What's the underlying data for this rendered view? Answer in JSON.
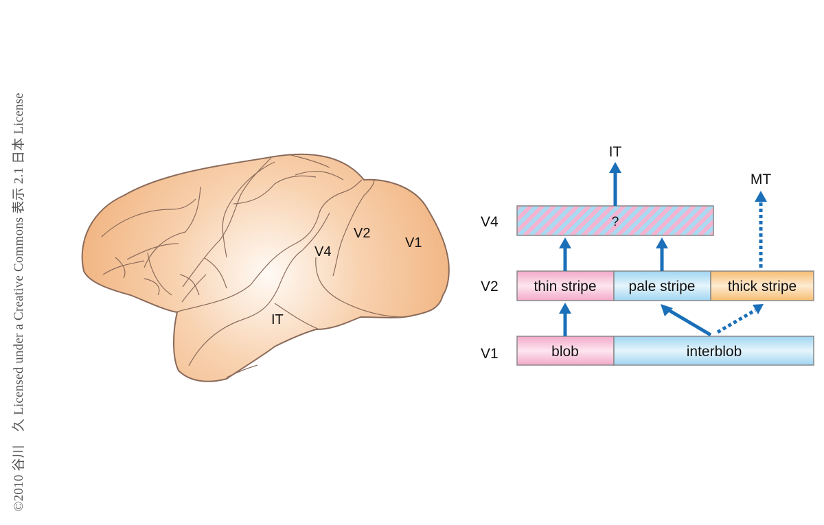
{
  "credit": "©2010 谷川　久 Licensed under a Creative Commons 表示 2.1 日本 License",
  "brain": {
    "labels": {
      "V1": "V1",
      "V2": "V2",
      "V4": "V4",
      "IT": "IT"
    }
  },
  "diagram": {
    "row_labels": {
      "v4": "V4",
      "v2": "V2",
      "v1": "V1"
    },
    "v4_box": "?",
    "v2_boxes": {
      "thin": "thin stripe",
      "pale": "pale stripe",
      "thick": "thick stripe"
    },
    "v1_boxes": {
      "blob": "blob",
      "interblob": "interblob"
    },
    "targets": {
      "it": "IT",
      "mt": "MT"
    }
  },
  "colors": {
    "arrow": "#1a6fb8",
    "pink": "#f2a8c8",
    "blue": "#a8d8f0",
    "orange": "#f5c078",
    "brain_fill": "#f0b27a",
    "brain_outline": "#8a6a5a"
  }
}
